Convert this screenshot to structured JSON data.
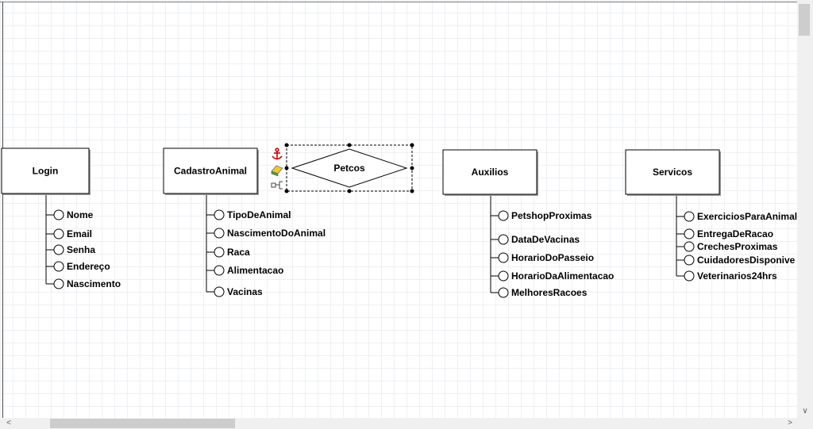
{
  "diagram": {
    "relationship": {
      "label": "Petcos"
    },
    "entities": [
      {
        "id": "login",
        "name": "Login",
        "attributes": [
          "Nome",
          "Email",
          "Senha",
          "Endereço",
          "Nascimento"
        ]
      },
      {
        "id": "cadastro",
        "name": "CadastroAnimal",
        "attributes": [
          "TipoDeAnimal",
          "NascimentoDoAnimal",
          "Raca",
          "Alimentacao",
          "Vacinas"
        ]
      },
      {
        "id": "auxilios",
        "name": "Auxilios",
        "attributes": [
          "PetshopProximas",
          "DataDeVacinas",
          "HorarioDoPasseio",
          "HorarioDaAlimentacao",
          "MelhoresRacoes"
        ]
      },
      {
        "id": "servicos",
        "name": "Servicos",
        "attributes": [
          "ExerciciosParaAnimal",
          "EntregaDeRacao",
          "CrechesProximas",
          "CuidadoresDisponive",
          "Veterinarios24hrs"
        ]
      }
    ],
    "toolbar_icons": [
      "anchor-icon",
      "eraser-icon",
      "link-node-icon"
    ],
    "colors": {
      "stroke": "#000000",
      "shadow": "#9a9a9a",
      "anchor": "#cc0000",
      "eraser_green": "#3aa655",
      "eraser_yellow": "#f2c531",
      "grid": "#eef0f3"
    }
  },
  "scrollbars": {
    "left_arrow": "<",
    "right_arrow": ">",
    "down_arrow": "∨"
  }
}
